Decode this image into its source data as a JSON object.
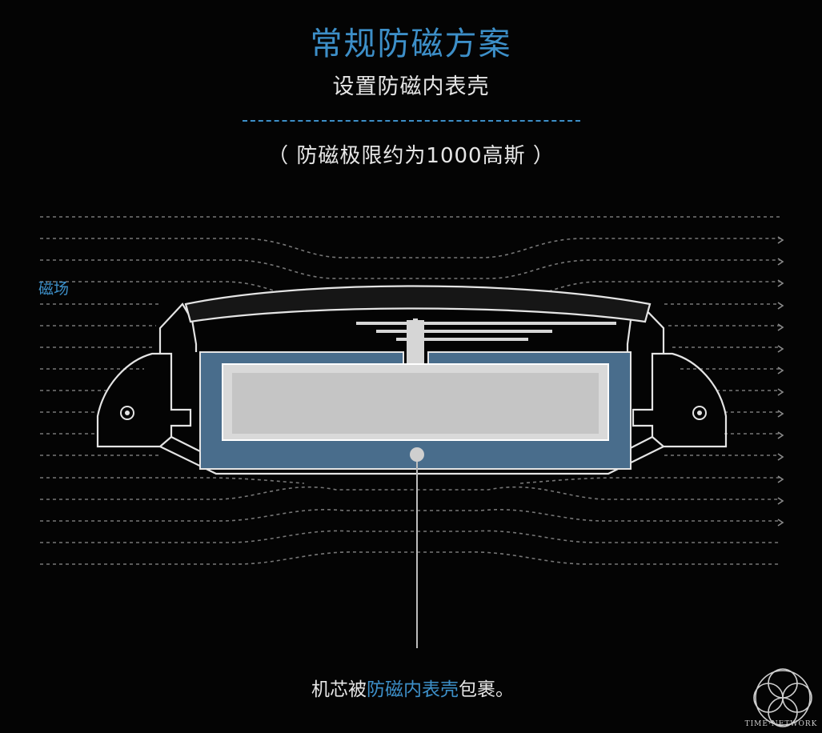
{
  "header": {
    "title": "常规防磁方案",
    "subtitle": "设置防磁内表壳",
    "limit_note": "（ 防磁极限约为1000高斯 ）"
  },
  "diagram": {
    "field_label": "磁场"
  },
  "caption": {
    "prefix": "机芯被",
    "highlight": "防磁内表壳",
    "suffix": "包裹。"
  },
  "watermark": {
    "text": "TIME·NETWORK"
  },
  "colors": {
    "accent": "#3d8fc8",
    "background": "#040404",
    "inner_case": "#496d8c",
    "movement": "#d9d9d9",
    "field_lines": "#8a8a8a"
  }
}
